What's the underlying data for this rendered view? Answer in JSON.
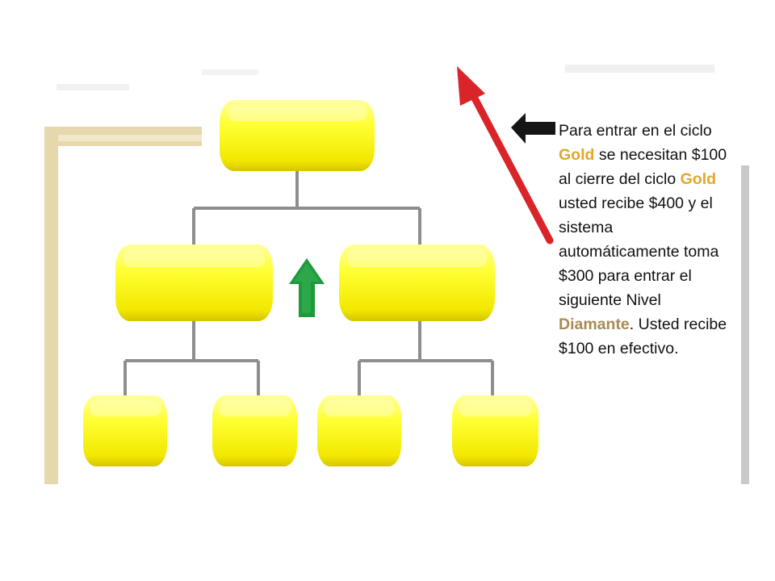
{
  "colors": {
    "box_fill": "#ffff33",
    "box_highlight": "#ffffaa",
    "box_shade": "#d8c800",
    "connector": "#8e8e8e",
    "up_arrow": "#1e9a3c",
    "red_arrow": "#d9242a",
    "black_arrow": "#151515",
    "frame_bar": "#e6d7ad",
    "gold_text": "#e2a72a",
    "diamante_text": "#a78b52"
  },
  "icons": {
    "up_arrow": "arrow-up-icon",
    "red_arrow": "diagonal-arrow-icon",
    "black_arrow": "arrow-left-icon"
  },
  "text": {
    "t1": "Para entrar en el ciclo ",
    "gold1": "Gold",
    "t2": " se necesitan $100 al cierre del ciclo ",
    "gold2": "Gold",
    "t3": " usted recibe $400 y el sistema automáticamente toma $300 para entrar el siguiente Nivel ",
    "diamante": "Diamante",
    "t4": ". Usted recibe $100 en efectivo."
  }
}
